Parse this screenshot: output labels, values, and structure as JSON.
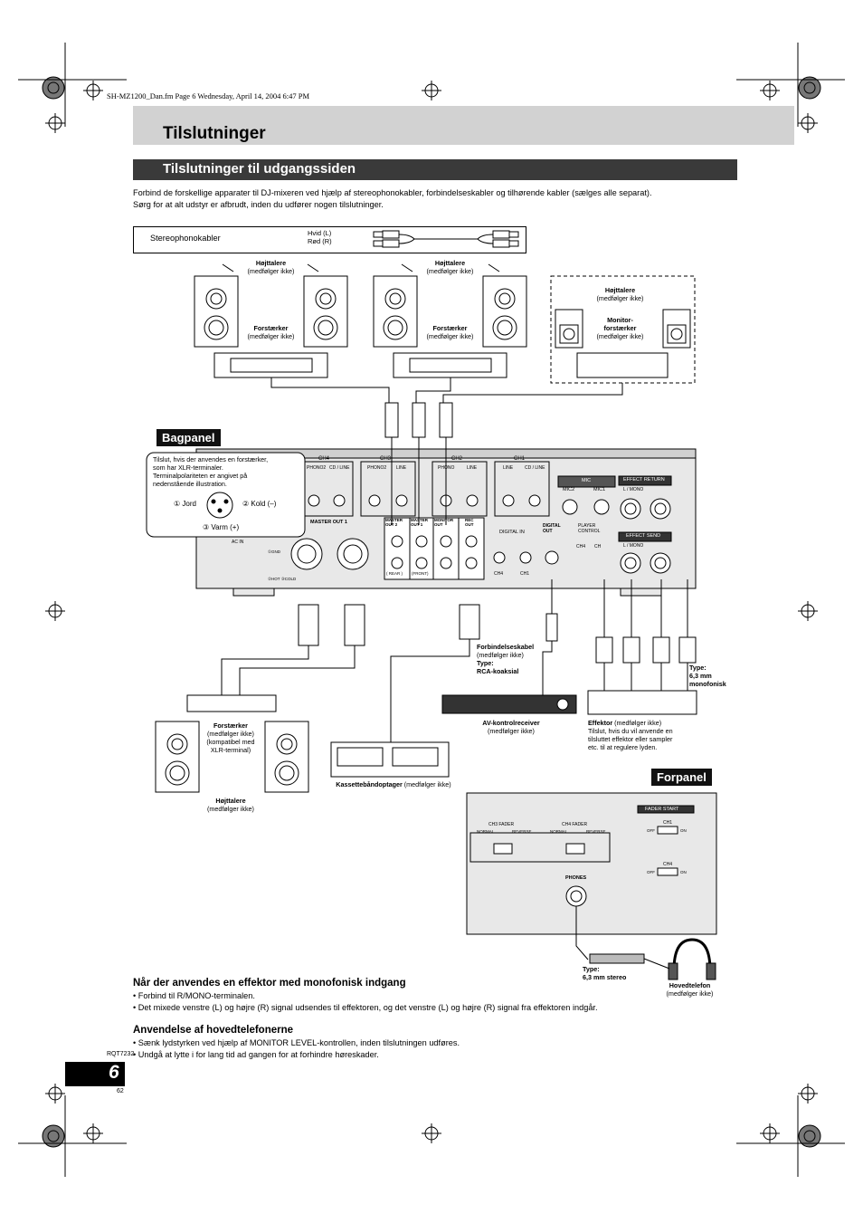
{
  "header": {
    "file_info": "SH-MZ1200_Dan.fm  Page 6  Wednesday, April 14, 2004  6:47 PM"
  },
  "page": {
    "title": "Tilslutninger",
    "section_title": "Tilslutninger til udgangssiden",
    "intro_line1": "Forbind de forskellige apparater til DJ-mixeren ved hjælp af stereophonokabler, forbindelseskabler og tilhørende kabler (sælges alle separat).",
    "intro_line2": "Sørg for at alt udstyr er afbrudt, inden du udfører nogen tilslutninger."
  },
  "legend": {
    "cable_label": "Stereophonokabler",
    "white_label": "Hvid (L)",
    "red_label": "Rød (R)"
  },
  "devices": {
    "speakers_1": "Højttalere",
    "speakers_1_note": "(medfølger ikke)",
    "amp_1": "Forstærker",
    "amp_1_note": "(medfølger ikke)",
    "speakers_2": "Højttalere",
    "speakers_2_note": "(medfølger ikke)",
    "amp_2": "Forstærker",
    "amp_2_note": "(medfølger ikke)",
    "speakers_mon": "Højttalere",
    "speakers_mon_note": "(medfølger ikke)",
    "monitor_amp_1": "Monitor-",
    "monitor_amp_2": "forstærker",
    "monitor_amp_note": "(medfølger ikke)"
  },
  "bagpanel": {
    "label": "Bagpanel",
    "xlr_note_1": "Tilslut, hvis der anvendes en forstærker,",
    "xlr_note_2": "som har XLR-terminaler.",
    "xlr_note_3": "Terminalpolariteten er angivet på",
    "xlr_note_4": "nedenstående illustration.",
    "pin_ground": "① Jord",
    "pin_cold": "② Kold (–)",
    "pin_hot": "③ Varm (+)",
    "ch4": "CH4",
    "ch3": "CH3",
    "ch2": "CH2",
    "ch1": "CH1",
    "phono2": "PHONO2",
    "cd_line": "CD / LINE",
    "line": "LINE",
    "phono": "PHONO",
    "mic": "MIC",
    "mic2": "MIC2",
    "mic1": "MIC1",
    "effect_return": "EFFECT RETURN",
    "effect_send": "EFFECT SEND",
    "l_mono": "L / MONO",
    "master_out1": "MASTER OUT 1",
    "master_out2_a": "MASTER",
    "master_out2_b": "OUT 2",
    "master_out1_a": "MASTER",
    "master_out1_b": "OUT 1",
    "monitor_a": "MONITOR",
    "monitor_b": "OUT",
    "rec_a": "REC",
    "rec_b": "OUT",
    "rear": "( REAR )",
    "front": "(FRONT)",
    "digital_in": "DIGITAL IN",
    "digital_out_a": "DIGITAL",
    "digital_out_b": "OUT",
    "player_control_a": "PLAYER",
    "player_control_b": "CONTROL",
    "ac_in": "AC IN",
    "gnd": "①GND",
    "hot_cold": "②HOT ③COLD",
    "ch4b": "CH4",
    "ch1b": "CH1",
    "ch4c": "CH4",
    "ch1c": "CH"
  },
  "lower": {
    "conn_cable": "Forbindelseskabel",
    "conn_cable_note": "(medfølger ikke)",
    "conn_type": "Type:",
    "conn_type_val": "RCA-koaksial",
    "jack_type": "Type:",
    "jack_type_val1": "6,3 mm",
    "jack_type_val2": "monofonisk",
    "av_receiver": "AV-kontrolreceiver",
    "av_receiver_note": "(medfølger ikke)",
    "effector": "Effektor",
    "effector_note": " (medfølger ikke)",
    "effector_desc1": "Tilslut, hvis du vil anvende en",
    "effector_desc2": "tilsluttet effektor eller sampler",
    "effector_desc3": "etc. til at regulere lyden.",
    "amp_xlr": "Forstærker",
    "amp_xlr_note1": "(medfølger ikke)",
    "amp_xlr_note2": "(kompatibel med",
    "amp_xlr_note3": "XLR-terminal)",
    "speakers_low": "Højttalere",
    "speakers_low_note": "(medfølger ikke)",
    "cassette": "Kassettebåndoptager",
    "cassette_note": " (medfølger ikke)"
  },
  "forpanel": {
    "label": "Forpanel",
    "fader_start": "FADER START",
    "ch3_fader": "CH3 FADER",
    "ch4_fader": "CH4 FADER",
    "normal1": "NORMAL",
    "reverse1": "REVERSE",
    "normal2": "NORMAL",
    "reverse2": "REVERSE",
    "ch1": "CH1",
    "ch4": "CH4",
    "off1": "OFF",
    "on1": "ON",
    "off2": "OFF",
    "on2": "ON",
    "phones": "PHONES",
    "phones_type": "Type:",
    "phones_type_val": "6,3 mm stereo",
    "headphones": "Hovedtelefon",
    "headphones_note": "(medfølger ikke)"
  },
  "notes": {
    "mono_heading": "Når der anvendes en effektor med monofonisk indgang",
    "mono_items": [
      "• Forbind til R/MONO-terminalen.",
      "• Det mixede venstre (L) og højre (R) signal udsendes til effektoren, og det venstre (L) og højre (R) signal fra effektoren indgår."
    ],
    "phones_heading": "Anvendelse af hovedtelefonerne",
    "phones_items": [
      "• Sænk lydstyrken ved hjælp af MONITOR LEVEL-kontrollen, inden tilslutningen udføres.",
      "• Undgå at lytte i for lang tid ad gangen for at forhindre høreskader."
    ]
  },
  "footer": {
    "rqt": "RQT7232",
    "page_number": "6",
    "sub_page": "62"
  }
}
